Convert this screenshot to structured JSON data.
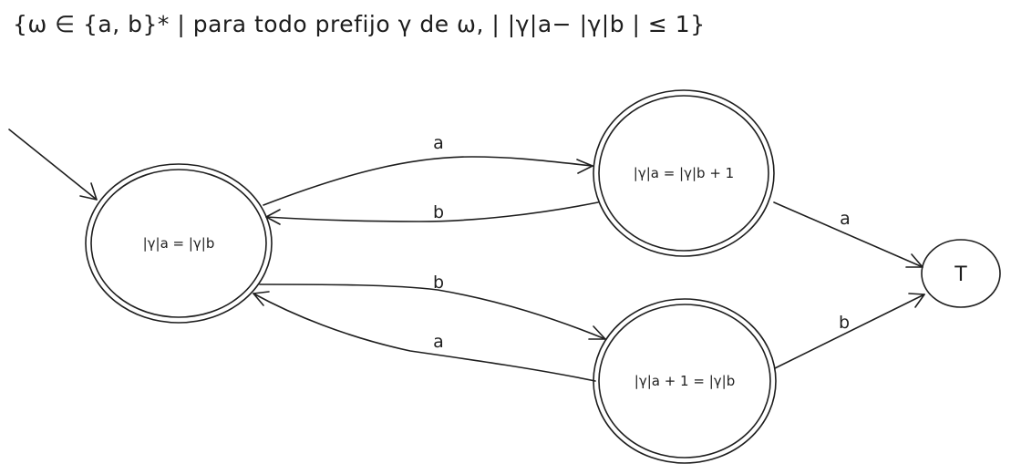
{
  "title": "{ω ∈ {a, b}* | para todo prefijo γ de ω, | |γ|a− |γ|b | ≤ 1}",
  "states": {
    "q0": "|γ|a = |γ|b",
    "q1": "|γ|a = |γ|b + 1",
    "q2": "|γ|a + 1 = |γ|b",
    "trap": "T"
  },
  "transitions": {
    "q0_to_q1": "a",
    "q1_to_q0": "b",
    "q0_to_q2": "b",
    "q2_to_q0": "a",
    "q1_to_trap": "a",
    "q2_to_trap": "b"
  }
}
